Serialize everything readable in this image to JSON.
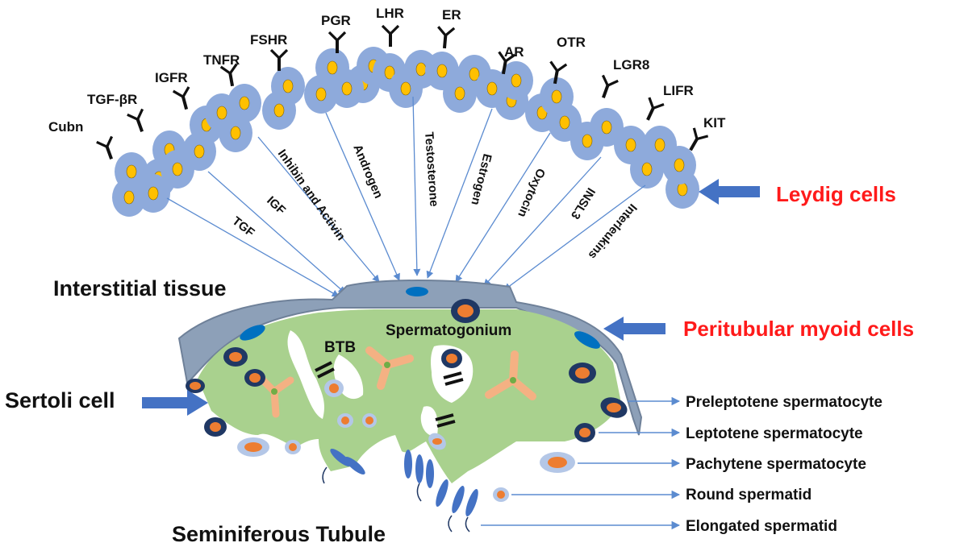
{
  "receptors": [
    "Cubn",
    "TGF-βR",
    "IGFR",
    "TNFR",
    "FSHR",
    "PGR",
    "LHR",
    "ER",
    "AR",
    "OTR",
    "LGR8",
    "LIFR",
    "KIT"
  ],
  "hormones": [
    "TGF",
    "IGF",
    "Inhibin and Activin",
    "Androgen",
    "Testosterone",
    "Estrogen",
    "Oxytocin",
    "INSL3",
    "Interleukins"
  ],
  "labels": {
    "leydig": "Leydig cells",
    "myoid": "Peritubular myoid cells",
    "interstitial": "Interstitial tissue",
    "sertoli": "Sertoli cell",
    "tubule": "Seminiferous Tubule",
    "spermatogonium": "Spermatogonium",
    "btb": "BTB"
  },
  "cell_stages": [
    "Preleptotene spermatocyte",
    "Leptotene spermatocyte",
    "Pachytene spermatocyte",
    "Round spermatid",
    "Elongated spermatid"
  ],
  "colors": {
    "leydig_cell": "#8eaadb",
    "leydig_nucleus": "#ffc000",
    "arrow": "#4472c4",
    "highlight_text": "#ff1a1a",
    "sertoli": "#a9d18e",
    "peritubular": "#8da0b8",
    "spermatogonium": "#203864",
    "nucleus": "#ed7d31"
  },
  "icons": [
    "receptor-icon"
  ]
}
